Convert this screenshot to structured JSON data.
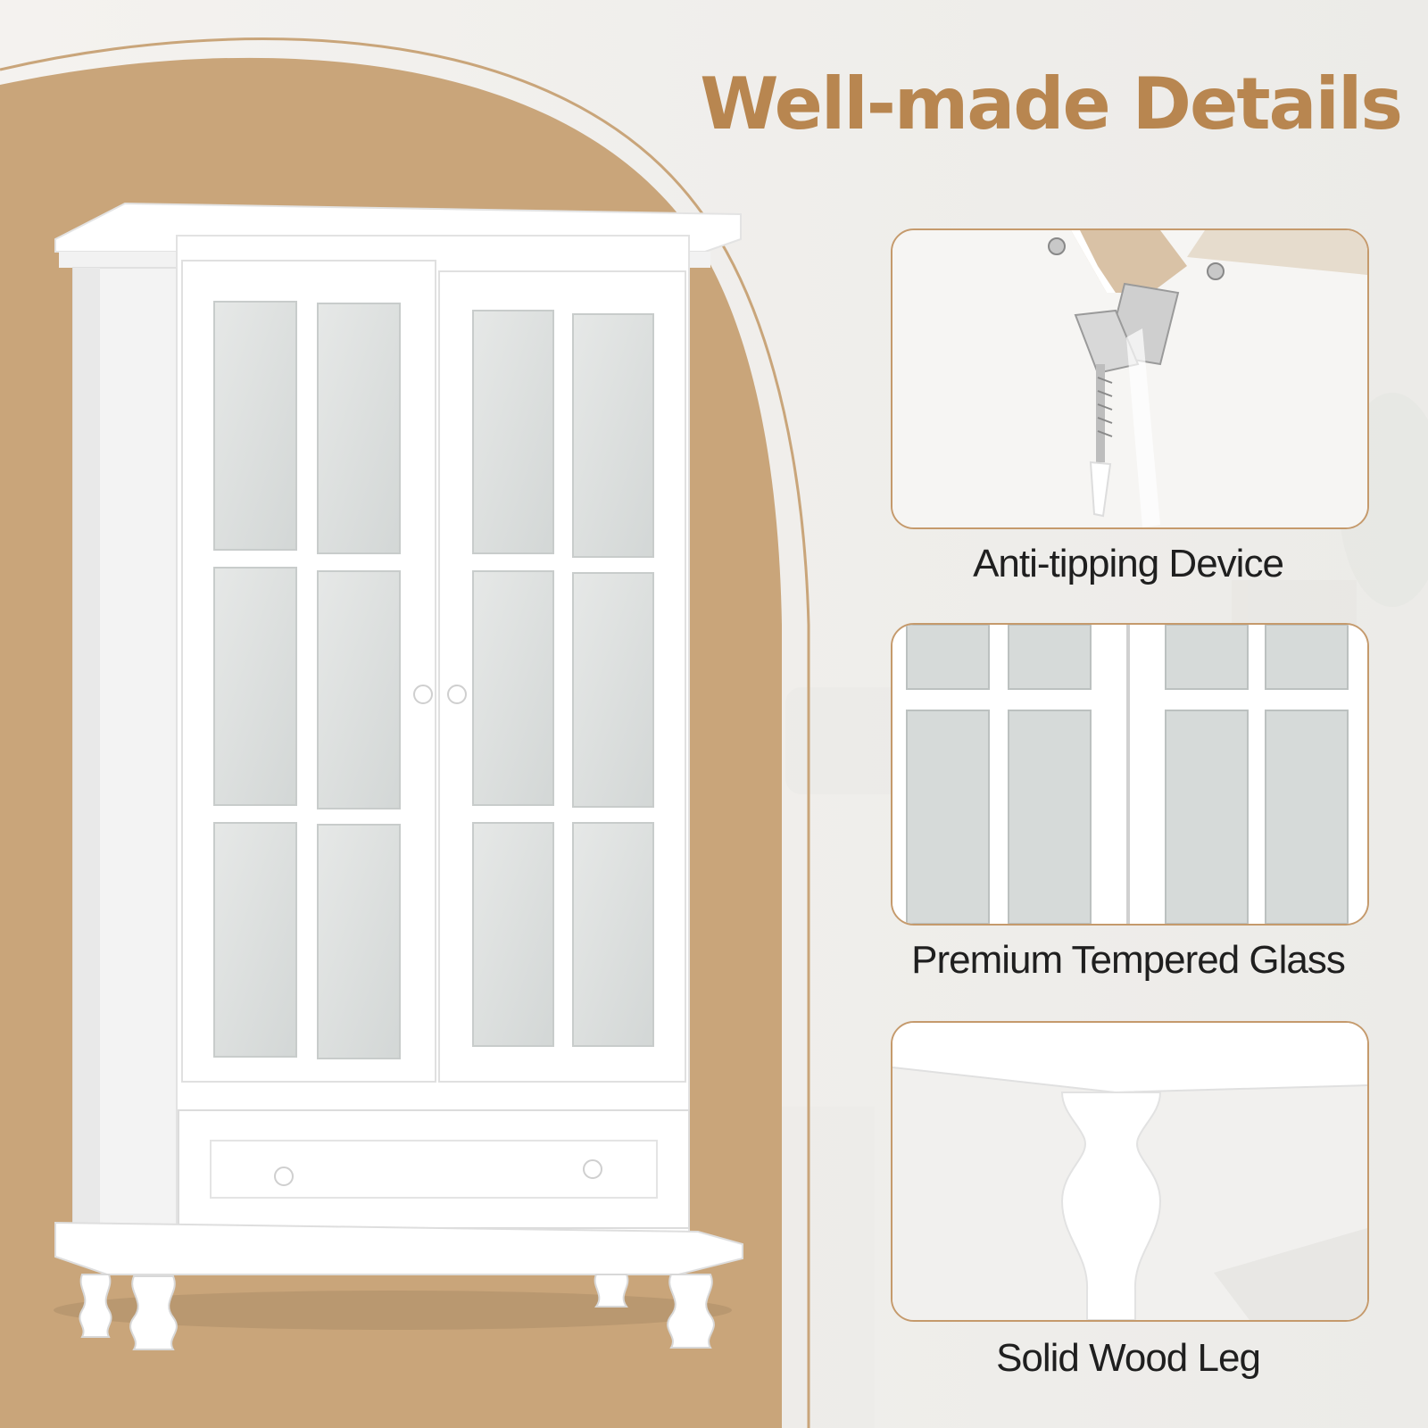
{
  "heading": "Well-made Details",
  "features": [
    {
      "caption": "Anti-tipping Device",
      "icon": "anti-tipping-bracket-icon"
    },
    {
      "caption": "Premium Tempered Glass",
      "icon": "tempered-glass-door-icon"
    },
    {
      "caption": "Solid Wood Leg",
      "icon": "wood-leg-icon"
    }
  ],
  "colors": {
    "accent": "#b88650",
    "arch_fill": "#c9a57a",
    "panel_border": "#c59a6c",
    "caption_text": "#1f1f1f",
    "cabinet": "#ffffff",
    "glass": "#dde0df"
  }
}
